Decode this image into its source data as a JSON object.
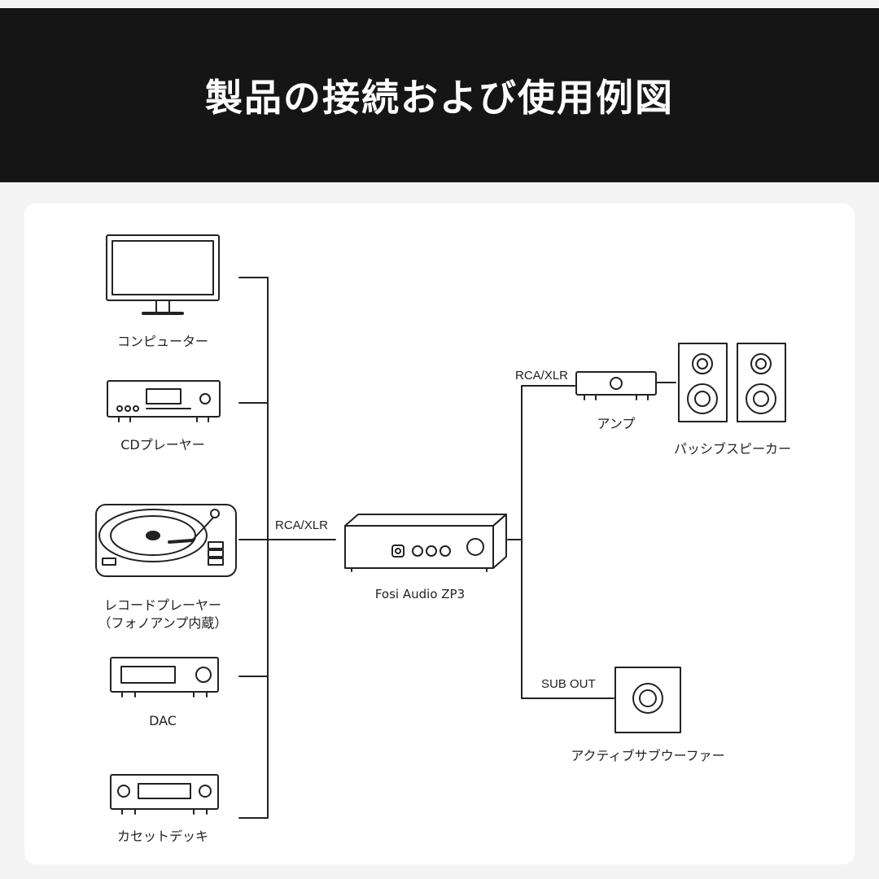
{
  "header": {
    "title": "製品の接続および使用例図"
  },
  "sources": [
    {
      "label": "コンピューター",
      "icon": "computer-monitor-icon"
    },
    {
      "label": "CDプレーヤー",
      "icon": "cd-player-icon"
    },
    {
      "label": "レコードプレーヤー",
      "sublabel": "（フォノアンプ内蔵）",
      "icon": "record-player-icon"
    },
    {
      "label": "DAC",
      "icon": "dac-icon"
    },
    {
      "label": "カセットデッキ",
      "icon": "cassette-deck-icon"
    }
  ],
  "connections": {
    "input": "RCA/XLR",
    "output_amp": "RCA/XLR",
    "output_sub": "SUB OUT"
  },
  "device": {
    "label": "Fosi Audio ZP3",
    "icon": "preamp-device-icon"
  },
  "outputs": {
    "amp": {
      "label": "アンプ",
      "icon": "amplifier-icon"
    },
    "speakers": {
      "label": "パッシブスピーカー",
      "icon": "passive-speakers-icon"
    },
    "subwoofer": {
      "label": "アクティブサブウーファー",
      "icon": "subwoofer-icon"
    }
  },
  "colors": {
    "header_bg": "#151515",
    "panel_bg": "#ffffff",
    "page_bg": "#f4f4f4",
    "line": "#222222"
  }
}
